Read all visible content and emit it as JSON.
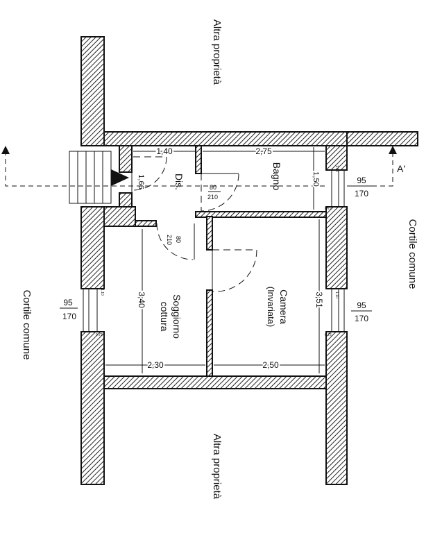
{
  "labels": {
    "altra_top": "Altra proprietà",
    "altra_bottom": "Altra proprietà",
    "cortile_left": "Cortile comune",
    "cortile_right": "Cortile comune",
    "section_marker": "A'"
  },
  "rooms": {
    "dis": "Dis.",
    "bagno": "Bagno",
    "soggiorno_1": "Soggiorno",
    "soggiorno_2": "cottura",
    "camera_1": "Camera",
    "camera_2": "(Invariata)"
  },
  "dimensions": {
    "dis_width": "1,40",
    "bagno_width": "2,75",
    "dis_depth": "1,66",
    "bagno_depth": "1,50",
    "soggiorno_depth": "3,40",
    "camera_depth": "3,51",
    "soggiorno_width": "2,30",
    "camera_width": "2,50"
  },
  "doors": {
    "bagno_door_w": "80",
    "bagno_door_h": "210",
    "soggiorno_door_w": "80",
    "soggiorno_door_h": "210"
  },
  "windows": {
    "left_w": "95",
    "left_h": "170",
    "right_top_w": "95",
    "right_top_h": "170",
    "right_bottom_w": "95",
    "right_bottom_h": "170",
    "small_labels": [
      "1.10",
      "0.72",
      "1.10",
      "0.72",
      "1.10",
      "0.72"
    ]
  }
}
